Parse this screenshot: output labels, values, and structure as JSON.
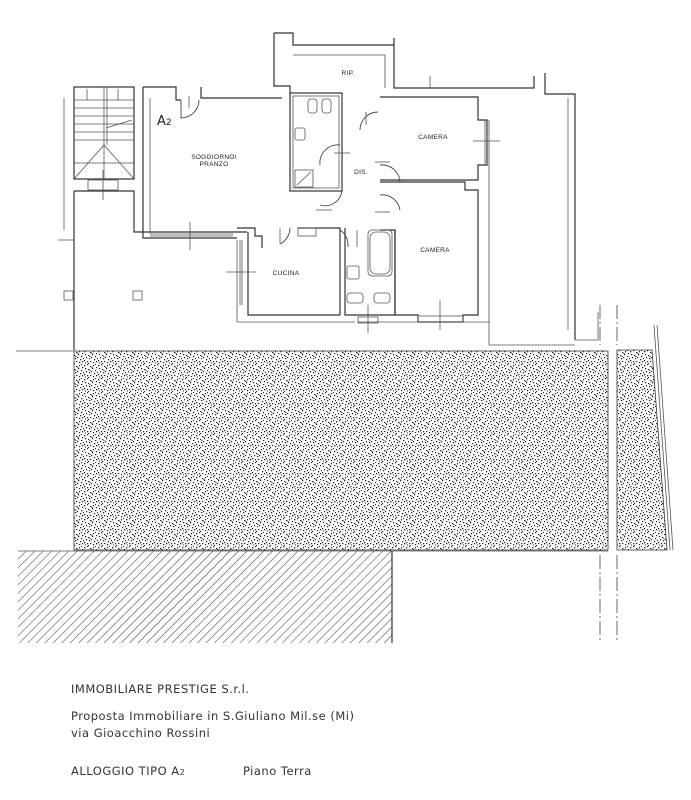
{
  "drawing": {
    "unit_tag": "A",
    "unit_tag_sub": "2",
    "rooms": {
      "soggiorno_line1": "SOGGIORNO\\",
      "soggiorno_line2": "PRANZO",
      "rip": "RIP.",
      "dis": "DIS.",
      "camera_1": "CAMERA",
      "camera_2": "CAMERA",
      "cucina": "CUCINA"
    },
    "colors": {
      "line": "#333333",
      "stipple": "#222222",
      "background": "#ffffff"
    }
  },
  "title_block": {
    "company": "IMMOBILIARE PRESTIGE S.r.l.",
    "proposal": "Proposta Immobiliare in S.Giuliano Mil.se (Mi)",
    "address": "via Gioacchino Rossini",
    "unit_type": "ALLOGGIO TIPO A",
    "unit_type_sub": "2",
    "floor": "Piano Terra"
  }
}
